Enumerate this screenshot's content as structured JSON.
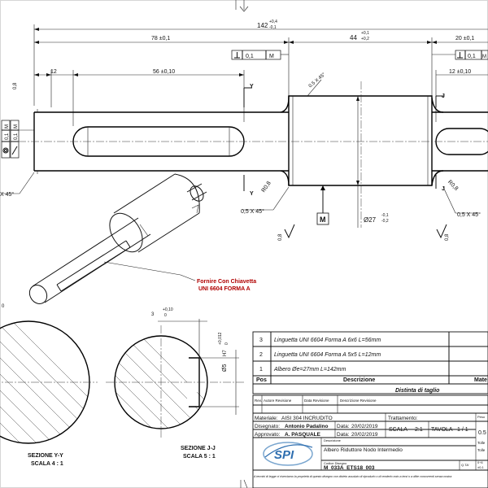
{
  "dims": {
    "overall": "142",
    "overall_tol_hi": "+0,4",
    "overall_tol_lo": "-0,1",
    "left_len": "78 ±0,1",
    "mid_len": "44",
    "mid_tol_hi": "+0,1",
    "mid_tol_lo": "+0,2",
    "right_len": "20 ±0,1",
    "left_start": "12",
    "key_left": "56 ±0,10",
    "key_right": "12 ±0,10",
    "chamfer_a": "0,5 X 45°",
    "chamfer_b": "0,5 X 45°",
    "chamfer_c": "0,5 X 45°",
    "chamfer_d": "X 45°",
    "radius_a": "R0,8",
    "radius_b": "R0,8",
    "diameter": "Ø27",
    "dia_tol_hi": "-0,1",
    "dia_tol_lo": "-0,2",
    "rough_1": "0,8",
    "rough_2": "0,8",
    "rough_3": "0,8",
    "section_y": "Y",
    "section_y2": "Y",
    "section_j": "J",
    "section_j2": "J",
    "datum": "M"
  },
  "gdt": {
    "perp_left_val": "0,1",
    "perp_left_ref": "M",
    "perp_right_val": "0,1",
    "perp_right_ref": "M",
    "side_val1": "0,1",
    "side_ref1": "M",
    "side_val2": "0,1",
    "side_ref2": "M"
  },
  "note": {
    "line1": "Fornire Con Chiavetta",
    "line2": "UNI 6604 FORMA A"
  },
  "sections": {
    "yy_title": "SEZIONE Y-Y",
    "yy_scale": "SCALA 4 : 1",
    "jj_title": "SEZIONE J-J",
    "jj_scale": "SCALA 5 : 1",
    "jj_depth": "3",
    "jj_depth_tol_hi": "+0,10",
    "jj_depth_tol_lo": "0",
    "jj_dia": "Ø5",
    "jj_dia_tol": "H7",
    "jj_dia_tol_hi": "+0,012",
    "jj_dia_tol_lo": "0",
    "yy_mark": "0"
  },
  "bom": {
    "rows": [
      {
        "pos": "3",
        "desc": "Linguetta UNI 6604 Forma A 6x6 L=56mm"
      },
      {
        "pos": "2",
        "desc": "Linguetta UNI 6604 Forma A 5x5 L=12mm"
      },
      {
        "pos": "1",
        "desc": "Albero Øe=27mm L=142mm"
      }
    ],
    "col_pos": "Pos",
    "col_desc": "Descrizione",
    "col_mat": "Mate",
    "title": "Distinta di taglio"
  },
  "titleblock": {
    "rev": "Rev.",
    "rev_author": "Autore Revisione",
    "rev_date": "Data Revisione",
    "rev_desc": "Descrizione Revisione",
    "material_lbl": "Materiale:",
    "material": "AISI 304 INCRUDITO",
    "treatment_lbl": "Trattamento:",
    "drawn_lbl": "Disegnato:",
    "drawn": "Antonio Padalino",
    "drawn_date_lbl": "Data:",
    "drawn_date": "20/02/2019",
    "scale_lbl": "SCALA",
    "scale": "2:1",
    "sheet_lbl": "TAVOLA",
    "sheet": "1 / 1",
    "approved_lbl": "Approvato:",
    "approved": "A. PASQUALE",
    "approved_date_lbl": "Data:",
    "approved_date": "20/02/2019",
    "desc_lbl": "Descrizione",
    "desc": "Albero Riduttore Nodo Intermedio",
    "code_lbl": "Codice Disegno",
    "code": "M_033A_ETS18_003",
    "qty_lbl": "Q.TA'",
    "weight_lbl": "Peso",
    "weight": "0.5",
    "tol_lbl": "Tolle",
    "tol2_lbl": "Tolle",
    "tol_small1": "0÷6",
    "tol_small2": "±0,1",
    "logo": "SPI",
    "disclaimer": "A termini di legge ci riserviamo la proprietà di questo disegno con divieto assoluto di riprodurlo o di renderlo noto a terzi o a ditte concorrenti senza nostra"
  }
}
